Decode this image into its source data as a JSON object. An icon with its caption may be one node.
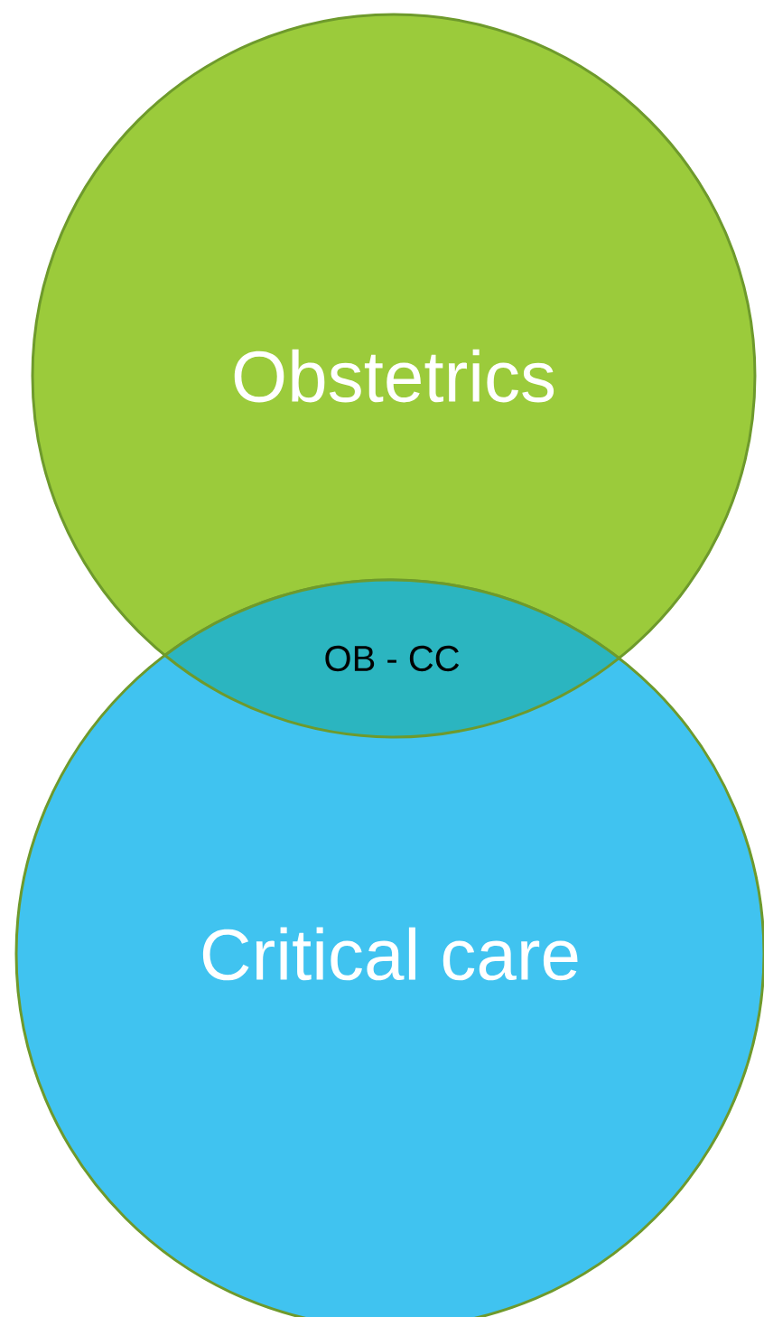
{
  "diagram": {
    "nodes": [
      {
        "text": [
          "Obstetrics"
        ]
      },
      {
        "text": [
          "Critical care"
        ]
      },
      {
        "text": [
          "OB - CC"
        ]
      }
    ]
  }
}
